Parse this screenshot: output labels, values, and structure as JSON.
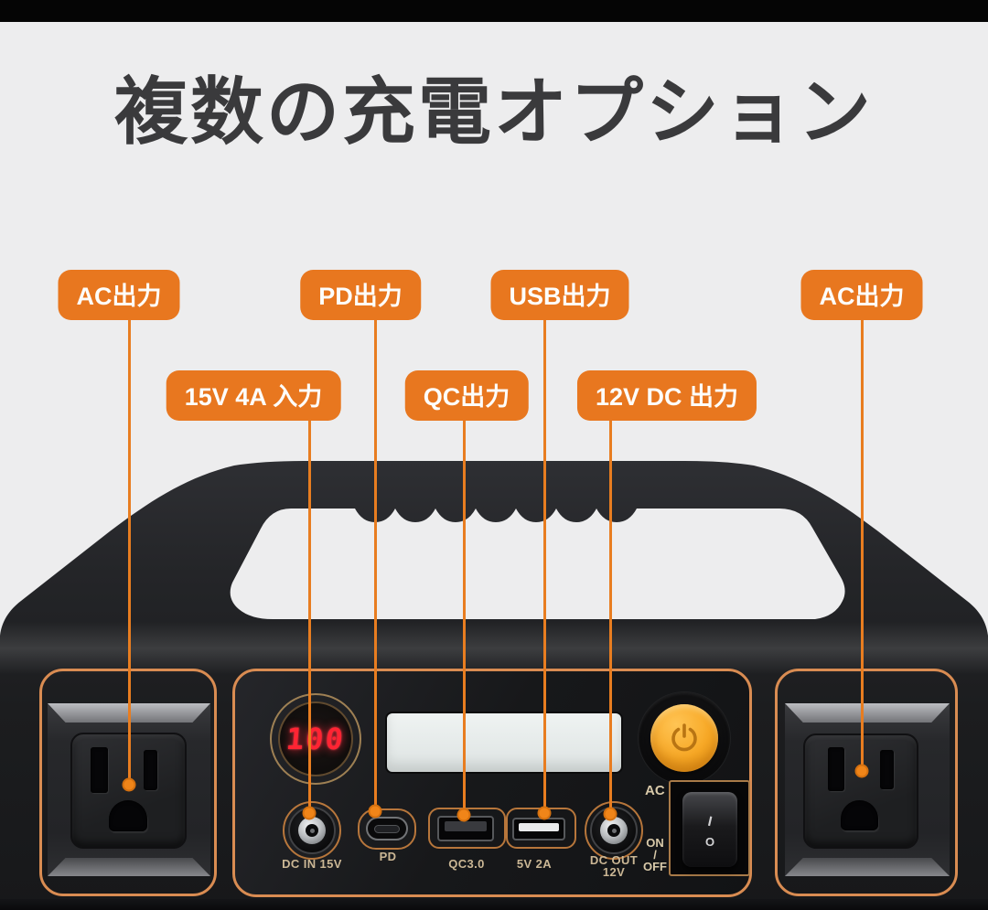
{
  "title": {
    "text": "複数の充電オプション"
  },
  "callouts": {
    "items": [
      {
        "label": "AC出力"
      },
      {
        "label": "PD出力"
      },
      {
        "label": "USB出力"
      },
      {
        "label": "AC出力"
      },
      {
        "label": "15V 4A 入力"
      },
      {
        "label": "QC出力"
      },
      {
        "label": "12V DC 出力"
      }
    ]
  },
  "device": {
    "battery_display": "100",
    "ports": {
      "dc_in": "DC IN 15V",
      "pd": "PD",
      "qc": "QC3.0",
      "usb": "5V 2A",
      "dc_out_line1": "DC OUT",
      "dc_out_line2": "12V"
    },
    "ac_switch": {
      "ac": "AC",
      "on": "ON",
      "slash": "/",
      "off": "OFF",
      "rocker_top": "I",
      "rocker_bottom": "O"
    }
  },
  "colors": {
    "background": "#ededee",
    "top_bar": "#050505",
    "title_text": "#3a3a3c",
    "callout_orange": "#e8771f",
    "line_orange": "#e87d20",
    "frame_orange": "#d98c52",
    "power_button_orange": "#f7a825",
    "display_red": "#ff2433",
    "body_dark": "#1c1d1f",
    "port_label_tan": "#cbb795"
  }
}
